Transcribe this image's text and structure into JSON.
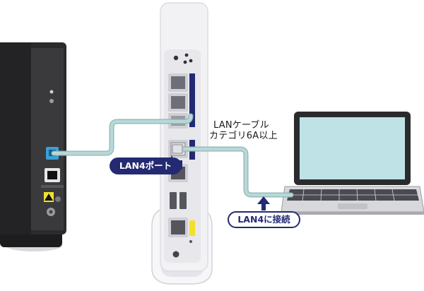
{
  "labels": {
    "cable_line1": "LANケーブル",
    "cable_line2": "カテゴリ6A以上",
    "port_badge": "LAN4ポート",
    "connect_badge": "LAN4に接続"
  },
  "colors": {
    "accent_navy": "#232a72",
    "cable_teal": "#b8d8d8",
    "onu_dark": "#2b2b2d",
    "router_white": "#f2f2f4",
    "laptop_screen": "#bfe2e6",
    "port_yellow": "#f3e02a",
    "port_blue": "#3aa0d8"
  },
  "icons": {
    "arrow": "up-arrow-icon",
    "warning": "warning-icon"
  }
}
